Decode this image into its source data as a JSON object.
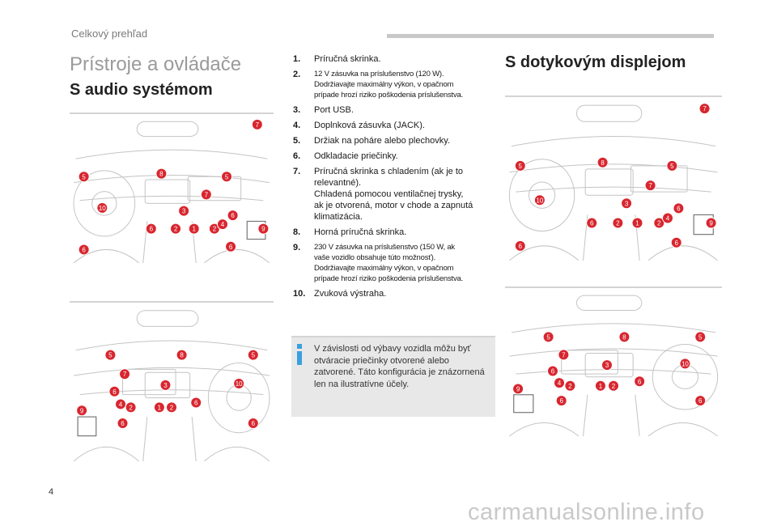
{
  "header": {
    "section": "Celkový prehľad"
  },
  "title": "Prístroje a ovládače",
  "audio": {
    "heading": "S audio systémom"
  },
  "touch": {
    "heading": "S dotykovým displejom"
  },
  "items": [
    {
      "num": "1.",
      "text": "Príručná skrinka.",
      "small": false
    },
    {
      "num": "2.",
      "text": "12 V zásuvka na príslušenstvo (120 W).\nDodržiavajte maximálny výkon, v opačnom\nprípade hrozí riziko poškodenia príslušenstva.",
      "small": true
    },
    {
      "num": "3.",
      "text": "Port USB.",
      "small": false
    },
    {
      "num": "4.",
      "text": "Doplnková zásuvka (JACK).",
      "small": false
    },
    {
      "num": "5.",
      "text": "Držiak na poháre alebo plechovky.",
      "small": false
    },
    {
      "num": "6.",
      "text": "Odkladacie priečinky.",
      "small": false
    },
    {
      "num": "7.",
      "text": "Príručná skrinka s chladením (ak je to\nrelevantné).\nChladená pomocou ventilačnej trysky,\nak je otvorená, motor v chode a zapnutá\nklimatizácia.",
      "small": false
    },
    {
      "num": "8.",
      "text": "Horná príručná skrinka.",
      "small": false
    },
    {
      "num": "9.",
      "text": "230 V zásuvka na príslušenstvo (150 W, ak\nvaše vozidlo obsahuje túto možnosť).\nDodržiavajte maximálny výkon, v opačnom\nprípade hrozí riziko poškodenia príslušenstva.",
      "small": true
    },
    {
      "num": "10.",
      "text": "Zvuková výstraha.",
      "small": false
    }
  ],
  "note": {
    "text": "V závislosti od výbavy vozidla môžu byť otváracie priečinky otvorené alebo zatvorené. Táto konfigurácia je znázornená len na ilustratívne účely."
  },
  "page_number": "4",
  "watermark": "carmanualsonline.info",
  "colors": {
    "marker": "#d8262f",
    "accent": "#3aa0e0",
    "note_bg": "#e8e8e8",
    "line": "#c4c4c4"
  },
  "illustrations": [
    {
      "id": "audio-lhd",
      "markers": [
        "7",
        "5",
        "8",
        "5",
        "7",
        "10",
        "3",
        "6",
        "6",
        "2",
        "1",
        "2",
        "4",
        "9",
        "6",
        "6"
      ]
    },
    {
      "id": "audio-rhd",
      "markers": [
        "5",
        "8",
        "5",
        "7",
        "6",
        "3",
        "10",
        "4",
        "2",
        "1",
        "2",
        "6",
        "9",
        "6",
        "6"
      ]
    },
    {
      "id": "touch-lhd",
      "markers": [
        "7",
        "5",
        "8",
        "5",
        "7",
        "10",
        "3",
        "6",
        "6",
        "2",
        "1",
        "2",
        "4",
        "9",
        "6",
        "6"
      ]
    },
    {
      "id": "touch-rhd",
      "markers": [
        "5",
        "8",
        "5",
        "7",
        "6",
        "3",
        "10",
        "4",
        "2",
        "1",
        "2",
        "6",
        "9",
        "6",
        "6"
      ]
    }
  ]
}
